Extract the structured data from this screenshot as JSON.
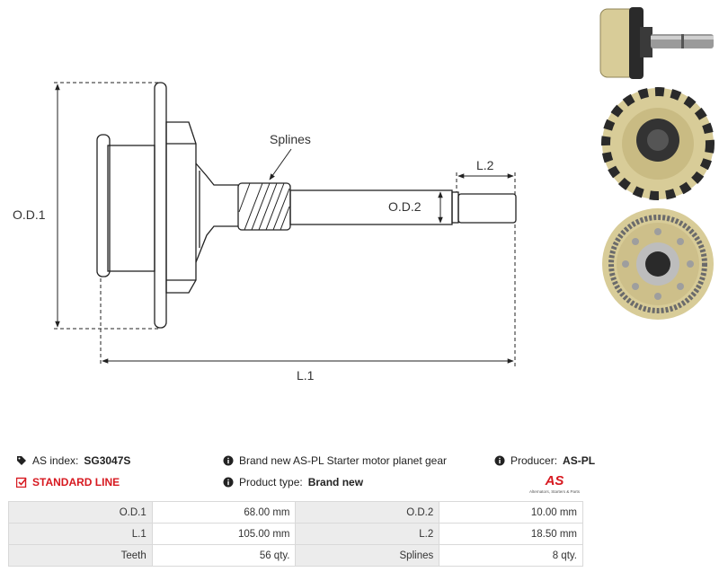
{
  "diagram": {
    "labels": {
      "od1": "O.D.1",
      "od2": "O.D.2",
      "l1": "L.1",
      "l2": "L.2",
      "splines": "Splines"
    }
  },
  "info": {
    "as_index_label": "AS index:",
    "as_index_value": "SG3047S",
    "line_label": "STANDARD LINE",
    "description": "Brand new AS-PL Starter motor planet gear",
    "product_type_label": "Product type:",
    "product_type_value": "Brand new",
    "producer_label": "Producer:",
    "producer_value": "AS-PL"
  },
  "logo": {
    "brand": "AS",
    "tagline": "Alternators, Starters & Parts"
  },
  "specs": [
    {
      "l1": "O.D.1",
      "v1": "68.00 mm",
      "l2": "O.D.2",
      "v2": "10.00 mm"
    },
    {
      "l1": "L.1",
      "v1": "105.00 mm",
      "l2": "L.2",
      "v2": "18.50 mm"
    },
    {
      "l1": "Teeth",
      "v1": "56 qty.",
      "l2": "Splines",
      "v2": "8 qty."
    }
  ],
  "colors": {
    "brand_red": "#d71920",
    "part_beige": "#d8cc98",
    "table_label_bg": "#ececec"
  }
}
